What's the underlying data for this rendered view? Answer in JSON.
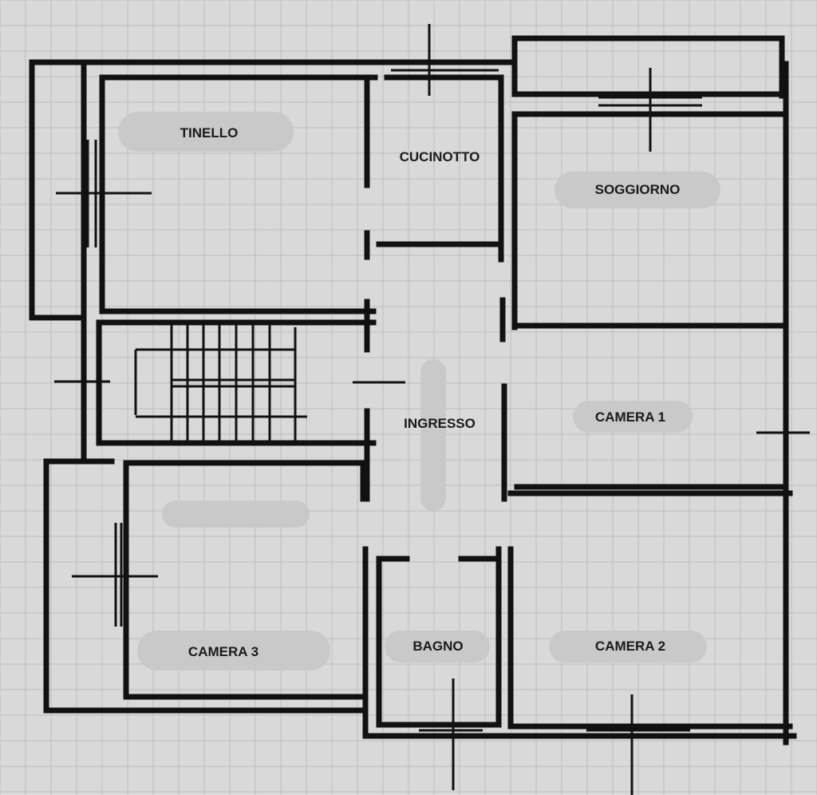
{
  "title": "Floor plan",
  "rooms": {
    "tinello": "TINELLO",
    "cucinotto": "CUCINOTTO",
    "soggiorno": "SOGGIORNO",
    "ingresso": "INGRESSO",
    "camera1": "CAMERA 1",
    "camera2": "CAMERA 2",
    "camera3": "CAMERA 3",
    "bagno": "BAGNO"
  },
  "colors": {
    "wall": "#111111",
    "background": "#d9d9d9",
    "label_pill": "#c9c9c9"
  }
}
